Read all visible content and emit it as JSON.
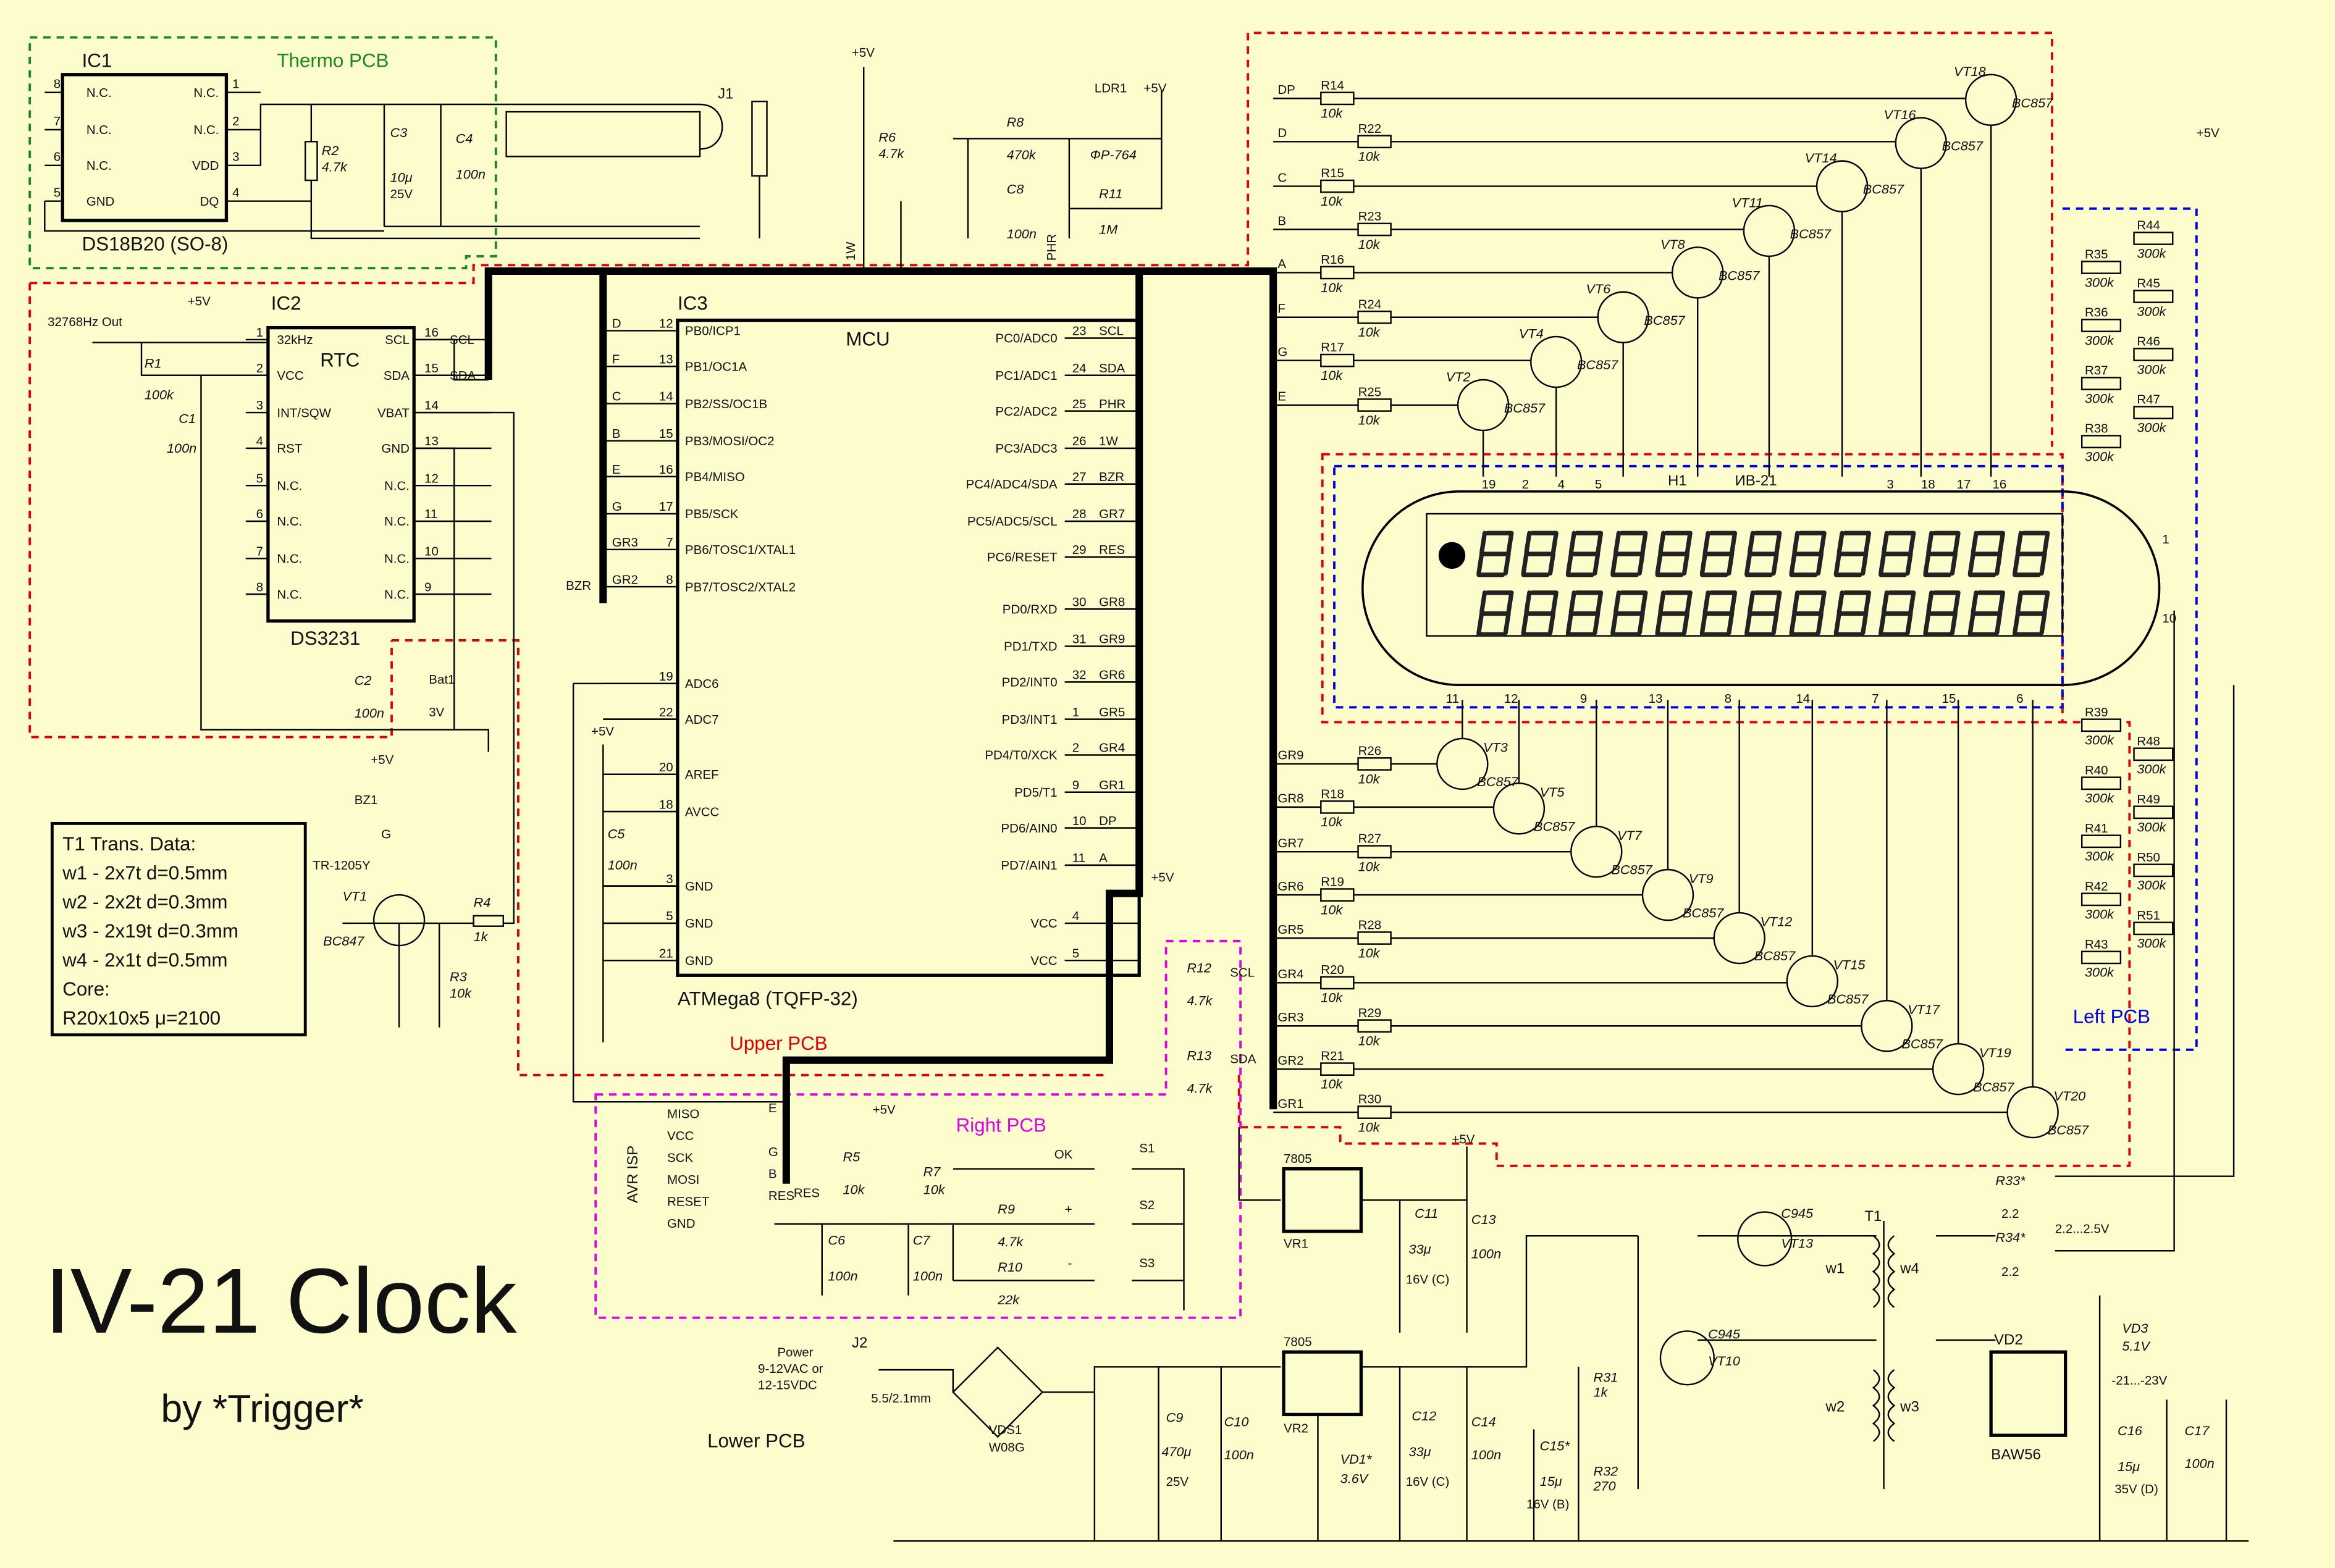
{
  "title": "IV-21 Clock",
  "author": "by *Trigger*",
  "colors": {
    "background": "#fcfccc",
    "thermo_pcb": "#1a8a1a",
    "upper_pcb": "#e00000",
    "left_pcb": "#0000e0",
    "right_pcb": "#e000e0"
  },
  "pcb": {
    "thermo": "Thermo PCB",
    "upper": "Upper PCB",
    "right": "Right PCB",
    "left": "Left PCB",
    "lower": "Lower PCB"
  },
  "t1_data": [
    "T1 Trans. Data:",
    "w1 - 2x7t d=0.5mm",
    "w2 - 2x2t d=0.3mm",
    "w3 - 2x19t d=0.3mm",
    "w4 - 2x1t d=0.5mm",
    "Core:",
    "R20x10x5 μ=2100"
  ],
  "ic1": {
    "ref": "IC1",
    "part": "DS18B20 (SO-8)",
    "left": [
      {
        "num": "8",
        "name": "N.C."
      },
      {
        "num": "7",
        "name": "N.C."
      },
      {
        "num": "6",
        "name": "N.C."
      },
      {
        "num": "5",
        "name": "GND"
      }
    ],
    "right": [
      {
        "num": "1",
        "name": "N.C."
      },
      {
        "num": "2",
        "name": "N.C."
      },
      {
        "num": "3",
        "name": "VDD"
      },
      {
        "num": "4",
        "name": "DQ"
      }
    ]
  },
  "ic2": {
    "ref": "IC2",
    "part": "DS3231",
    "inner": "RTC",
    "left": [
      {
        "num": "1",
        "name": "32kHz"
      },
      {
        "num": "2",
        "name": "VCC"
      },
      {
        "num": "3",
        "name": "INT/SQW"
      },
      {
        "num": "4",
        "name": "RST"
      },
      {
        "num": "5",
        "name": "N.C."
      },
      {
        "num": "6",
        "name": "N.C."
      },
      {
        "num": "7",
        "name": "N.C."
      },
      {
        "num": "8",
        "name": "N.C."
      }
    ],
    "right": [
      {
        "num": "16",
        "name": "SCL",
        "net": "SCL"
      },
      {
        "num": "15",
        "name": "SDA",
        "net": "SDA"
      },
      {
        "num": "14",
        "name": "VBAT",
        "net": ""
      },
      {
        "num": "13",
        "name": "GND",
        "net": ""
      },
      {
        "num": "12",
        "name": "N.C.",
        "net": ""
      },
      {
        "num": "11",
        "name": "N.C.",
        "net": ""
      },
      {
        "num": "10",
        "name": "N.C.",
        "net": ""
      },
      {
        "num": "9",
        "name": "N.C.",
        "net": ""
      }
    ]
  },
  "ic3": {
    "ref": "IC3",
    "inner": "MCU",
    "part": "ATMega8 (TQFP-32)",
    "left": [
      {
        "net": "D",
        "num": "12",
        "name": "PB0/ICP1"
      },
      {
        "net": "F",
        "num": "13",
        "name": "PB1/OC1A"
      },
      {
        "net": "C",
        "num": "14",
        "name": "PB2/SS/OC1B"
      },
      {
        "net": "B",
        "num": "15",
        "name": "PB3/MOSI/OC2"
      },
      {
        "net": "E",
        "num": "16",
        "name": "PB4/MISO"
      },
      {
        "net": "G",
        "num": "17",
        "name": "PB5/SCK"
      },
      {
        "net": "GR3",
        "num": "7",
        "name": "PB6/TOSC1/XTAL1"
      },
      {
        "net": "GR2",
        "num": "8",
        "name": "PB7/TOSC2/XTAL2"
      },
      {
        "net": "",
        "num": "19",
        "name": "ADC6"
      },
      {
        "net": "",
        "num": "22",
        "name": "ADC7"
      },
      {
        "net": "",
        "num": "20",
        "name": "AREF"
      },
      {
        "net": "",
        "num": "18",
        "name": "AVCC"
      },
      {
        "net": "",
        "num": "3",
        "name": "GND"
      },
      {
        "net": "",
        "num": "5",
        "name": "GND"
      },
      {
        "net": "",
        "num": "21",
        "name": "GND"
      }
    ],
    "right": [
      {
        "name": "PC0/ADC0",
        "num": "23",
        "net": "SCL"
      },
      {
        "name": "PC1/ADC1",
        "num": "24",
        "net": "SDA"
      },
      {
        "name": "PC2/ADC2",
        "num": "25",
        "net": "PHR"
      },
      {
        "name": "PC3/ADC3",
        "num": "26",
        "net": "1W"
      },
      {
        "name": "PC4/ADC4/SDA",
        "num": "27",
        "net": "BZR"
      },
      {
        "name": "PC5/ADC5/SCL",
        "num": "28",
        "net": "GR7"
      },
      {
        "name": "PC6/RESET",
        "num": "29",
        "net": "RES"
      },
      {
        "name": "PD0/RXD",
        "num": "30",
        "net": "GR8"
      },
      {
        "name": "PD1/TXD",
        "num": "31",
        "net": "GR9"
      },
      {
        "name": "PD2/INT0",
        "num": "32",
        "net": "GR6"
      },
      {
        "name": "PD3/INT1",
        "num": "1",
        "net": "GR5"
      },
      {
        "name": "PD4/T0/XCK",
        "num": "2",
        "net": "GR4"
      },
      {
        "name": "PD5/T1",
        "num": "9",
        "net": "GR1"
      },
      {
        "name": "PD6/AIN0",
        "num": "10",
        "net": "DP"
      },
      {
        "name": "PD7/AIN1",
        "num": "11",
        "net": "A"
      },
      {
        "name": "VCC",
        "num": "4",
        "net": ""
      },
      {
        "name": "VCC",
        "num": "5",
        "net": ""
      }
    ]
  },
  "segments": [
    {
      "net": "DP",
      "r": "R14",
      "rv": "10k",
      "vt": "VT18",
      "type": "BC857"
    },
    {
      "net": "D",
      "r": "R22",
      "rv": "10k",
      "vt": "VT16",
      "type": "BC857"
    },
    {
      "net": "C",
      "r": "R15",
      "rv": "10k",
      "vt": "VT14",
      "type": "BC857"
    },
    {
      "net": "B",
      "r": "R23",
      "rv": "10k",
      "vt": "VT11",
      "type": "BC857"
    },
    {
      "net": "A",
      "r": "R16",
      "rv": "10k",
      "vt": "VT8",
      "type": "BC857"
    },
    {
      "net": "F",
      "r": "R24",
      "rv": "10k",
      "vt": "VT6",
      "type": "BC857"
    },
    {
      "net": "G",
      "r": "R17",
      "rv": "10k",
      "vt": "VT4",
      "type": "BC857"
    },
    {
      "net": "E",
      "r": "R25",
      "rv": "10k",
      "vt": "VT2",
      "type": "BC857"
    }
  ],
  "grids": [
    {
      "net": "GR9",
      "r": "R26",
      "rv": "10k",
      "vt": "VT3",
      "type": "BC857"
    },
    {
      "net": "GR8",
      "r": "R18",
      "rv": "10k",
      "vt": "VT5",
      "type": "BC857"
    },
    {
      "net": "GR7",
      "r": "R27",
      "rv": "10k",
      "vt": "VT7",
      "type": "BC857"
    },
    {
      "net": "GR6",
      "r": "R19",
      "rv": "10k",
      "vt": "VT9",
      "type": "BC857"
    },
    {
      "net": "GR5",
      "r": "R28",
      "rv": "10k",
      "vt": "VT12",
      "type": "BC857"
    },
    {
      "net": "GR4",
      "r": "R20",
      "rv": "10k",
      "vt": "VT15",
      "type": "BC857"
    },
    {
      "net": "GR3",
      "r": "R29",
      "rv": "10k",
      "vt": "VT17",
      "type": "BC857"
    },
    {
      "net": "GR2",
      "r": "R21",
      "rv": "10k",
      "vt": "VT19",
      "type": "BC857"
    },
    {
      "net": "GR1",
      "r": "R30",
      "rv": "10k",
      "vt": "VT20",
      "type": "BC857"
    }
  ],
  "left_pcb_res_top": [
    [
      "R44",
      "300k"
    ],
    [
      "R35",
      "300k"
    ],
    [
      "R45",
      "300k"
    ],
    [
      "R36",
      "300k"
    ],
    [
      "R46",
      "300k"
    ],
    [
      "R37",
      "300k"
    ],
    [
      "R47",
      "300k"
    ],
    [
      "R38",
      "300k"
    ]
  ],
  "left_pcb_res_bottom": [
    [
      "R39",
      "300k"
    ],
    [
      "R48",
      "300k"
    ],
    [
      "R40",
      "300k"
    ],
    [
      "R49",
      "300k"
    ],
    [
      "R41",
      "300k"
    ],
    [
      "R50",
      "300k"
    ],
    [
      "R42",
      "300k"
    ],
    [
      "R51",
      "300k"
    ],
    [
      "R43",
      "300k"
    ]
  ],
  "vfd": {
    "ref": "H1",
    "part": "ИВ-21",
    "pins_top": [
      "19",
      "2",
      "4",
      "5",
      "3",
      "18",
      "17",
      "16"
    ],
    "pins_bottom": [
      "11",
      "12",
      "9",
      "13",
      "8",
      "14",
      "7",
      "15",
      "6"
    ],
    "pin_1": "1",
    "pin_10": "10"
  },
  "labels": {
    "j1": "J1",
    "r6": "R6",
    "r6v": "4.7k",
    "p5v": "+5V",
    "r8": "R8",
    "r8v": "470k",
    "c8": "C8",
    "c8v": "100n",
    "ldr1": "LDR1",
    "ldr1v": "ФP-764",
    "r11": "R11",
    "r11v": "1M",
    "phr": "PHR",
    "w1": "1W",
    "clkout": "32768Hz Out",
    "r1": "R1",
    "r1v": "100k",
    "c1": "C1",
    "c1v": "100n",
    "c2": "C2",
    "c2v": "100n",
    "bat1": "Bat1",
    "bat1v": "3V",
    "bz1": "BZ1",
    "bz1v": "TR-1205Y",
    "bz1g": "G",
    "vt1": "VT1",
    "vt1v": "BC847",
    "r4": "R4",
    "r4v": "1k",
    "r3": "R3",
    "r3v": "10k",
    "bzr": "BZR",
    "c5": "C5",
    "c5v": "100n",
    "r12": "R12",
    "r12v": "4.7k",
    "r13": "R13",
    "r13v": "4.7k",
    "scl": "SCL",
    "sda": "SDA",
    "avrisp": "AVR ISP",
    "isp": [
      "MISO",
      "VCC",
      "SCK",
      "MOSI",
      "RESET",
      "GND"
    ],
    "ispnet": [
      "E",
      "G",
      "B",
      "RES"
    ],
    "res": "RES",
    "r5": "R5",
    "r5v": "10k",
    "r7": "R7",
    "r7v": "10k",
    "c6": "C6",
    "c6v": "100n",
    "c7": "C7",
    "c7v": "100n",
    "r9": "R9",
    "r9v": "4.7k",
    "r10": "R10",
    "r10v": "22k",
    "s1": "S1",
    "s1v": "OK",
    "s2": "S2",
    "s2v": "+",
    "s3": "S3",
    "s3v": "-",
    "vr1": "VR1",
    "vr1v": "7805",
    "c11": "C11",
    "c11v": "33μ",
    "c11r": "16V (C)",
    "c13": "C13",
    "c13v": "100n",
    "j2": "J2",
    "j2v": "5.5/2.1mm",
    "power": [
      "Power",
      "9-12VAC or",
      "12-15VDC"
    ],
    "vds1": "VDS1",
    "vds1v": "W08G",
    "c9": "C9",
    "c9v": "470μ",
    "c9r": "25V",
    "c10": "C10",
    "c10v": "100n",
    "vr2": "VR2",
    "vr2v": "7805",
    "vd1": "VD1*",
    "vd1v": "3.6V",
    "c12": "C12",
    "c12v": "33μ",
    "c12r": "16V (C)",
    "c14": "C14",
    "c14v": "100n",
    "c15": "C15*",
    "c15v": "15μ",
    "c15r": "16V (B)",
    "r31": "R31",
    "r31v": "1k",
    "r32": "R32",
    "r32v": "270",
    "vt13": "VT13",
    "vt13v": "C945",
    "vt10": "VT10",
    "vt10v": "C945",
    "t1": "T1",
    "tw1": "w1",
    "tw2": "w2",
    "tw3": "w3",
    "tw4": "w4",
    "r33": "R33*",
    "r33v": "2.2",
    "r34": "R34*",
    "r34v": "2.2",
    "pulse": "2.2...2.5V",
    "vd2": "VD2",
    "vd2v": "BAW56",
    "vd3": "VD3",
    "vd3v": "5.1V",
    "neg": "-21...-23V",
    "c16": "C16",
    "c16v": "15μ",
    "c16r": "35V (D)",
    "c17": "C17",
    "c17v": "100n",
    "c3": "C3",
    "c3v": "10μ",
    "c3r": "25V",
    "c4": "C4",
    "c4v": "100n",
    "r2": "R2",
    "r2v": "4.7k"
  }
}
